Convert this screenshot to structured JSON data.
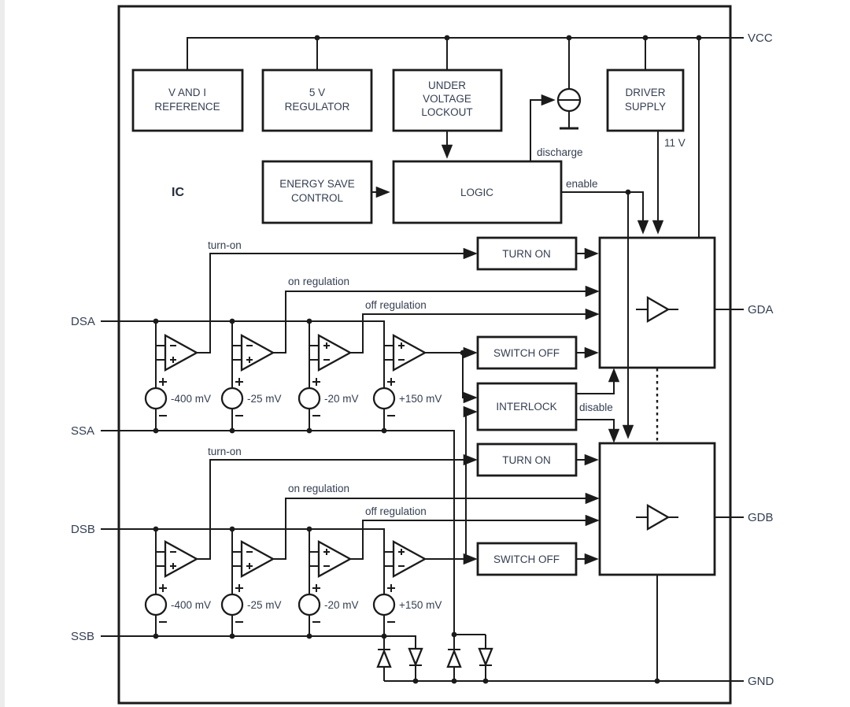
{
  "diagram": {
    "ic_label": "IC",
    "pins_left": {
      "dsa": "DSA",
      "ssa": "SSA",
      "dsb": "DSB",
      "ssb": "SSB"
    },
    "pins_right": {
      "vcc": "VCC",
      "gda": "GDA",
      "gdb": "GDB",
      "gnd": "GND"
    },
    "blocks": {
      "v_i_reference": [
        "V AND I",
        "REFERENCE"
      ],
      "regulator_5v": [
        "5 V",
        "REGULATOR"
      ],
      "under_voltage_lockout": [
        "UNDER",
        "VOLTAGE",
        "LOCKOUT"
      ],
      "driver_supply": [
        "DRIVER",
        "SUPPLY"
      ],
      "energy_save_control": [
        "ENERGY SAVE",
        "CONTROL"
      ],
      "logic": "LOGIC",
      "turn_on_a": "TURN ON",
      "switch_off_a": "SWITCH OFF",
      "interlock": "INTERLOCK",
      "turn_on_b": "TURN ON",
      "switch_off_b": "SWITCH OFF"
    },
    "signals": {
      "discharge": "discharge",
      "enable": "enable",
      "disable": "disable",
      "driver_supply_voltage": "11 V",
      "turn_on": "turn-on",
      "on_regulation": "on regulation",
      "off_regulation": "off regulation"
    },
    "comparator_references": {
      "channel_a": [
        "-400 mV",
        "-25 mV",
        "-20 mV",
        "+150 mV"
      ],
      "channel_b": [
        "-400 mV",
        "-25 mV",
        "-20 mV",
        "+150 mV"
      ]
    },
    "colors": {
      "line": "#1b1b1b",
      "text": "#343e52",
      "background": "#ffffff"
    }
  }
}
